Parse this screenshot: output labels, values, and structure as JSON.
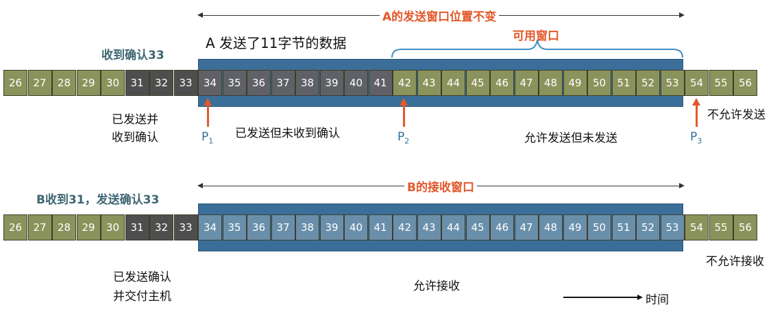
{
  "top": {
    "ack_label": "收到确认33",
    "sent_title": "A 发送了11字节的数据",
    "window_title": "A的发送窗口位置不变",
    "usable_label": "可用窗口",
    "row_numbers": [
      "26",
      "27",
      "28",
      "29",
      "30",
      "31",
      "32",
      "33",
      "34",
      "35",
      "36",
      "37",
      "38",
      "39",
      "40",
      "41",
      "42",
      "43",
      "44",
      "45",
      "46",
      "47",
      "48",
      "49",
      "50",
      "51",
      "52",
      "53",
      "54",
      "55",
      "56"
    ],
    "sent_acked_line1": "已发送并",
    "sent_acked_line2": "收到确认",
    "sent_unacked": "已发送但未收到确认",
    "allowed_unsent": "允许发送但未发送",
    "not_allowed": "不允许发送",
    "p1": "P",
    "p1_sub": "1",
    "p2": "P",
    "p2_sub": "2",
    "p3": "P",
    "p3_sub": "3"
  },
  "bottom": {
    "b_label": "B收到31，发送确认33",
    "window_title": "B的接收窗口",
    "row_numbers": [
      "26",
      "27",
      "28",
      "29",
      "30",
      "31",
      "32",
      "33",
      "34",
      "35",
      "36",
      "37",
      "38",
      "39",
      "40",
      "41",
      "42",
      "43",
      "44",
      "45",
      "46",
      "47",
      "48",
      "49",
      "50",
      "51",
      "52",
      "53",
      "54",
      "55",
      "56"
    ],
    "acked_line1": "已发送确认",
    "acked_line2": "并交付主机",
    "allowed_recv": "允许接收",
    "not_allowed_recv": "不允许接收"
  },
  "time_label": "时间",
  "colors": {
    "olive": "#8b935c",
    "dark": "#4e4e4e",
    "blue_window": "#3b6f99",
    "accent_red": "#e4582a",
    "teal_text": "#3d6672"
  }
}
